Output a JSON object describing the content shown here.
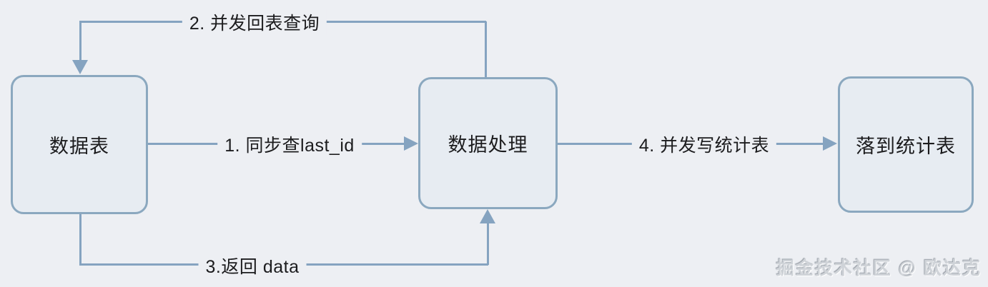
{
  "diagram": {
    "nodes": [
      {
        "id": "data-table",
        "label": "数据表"
      },
      {
        "id": "data-processing",
        "label": "数据处理"
      },
      {
        "id": "stats-table",
        "label": "落到统计表"
      }
    ],
    "edges": [
      {
        "id": "sync-query-last-id",
        "label": "1. 同步查last_id",
        "from": "data-table",
        "to": "data-processing"
      },
      {
        "id": "concurrent-lookup-query",
        "label": "2. 并发回表查询",
        "from": "data-processing",
        "to": "data-table"
      },
      {
        "id": "return-data",
        "label": "3.返回 data",
        "from": "data-table",
        "to": "data-processing"
      },
      {
        "id": "concurrent-write-stats",
        "label": "4. 并发写统计表",
        "from": "data-processing",
        "to": "stats-table"
      }
    ]
  },
  "watermark": "掘金技术社区 @ 欧达克",
  "colors": {
    "background": "#edeff3",
    "node_fill": "#e7ecf2",
    "node_border": "#8ba8bf",
    "arrow": "#85a3c0",
    "text": "#1c1c1e",
    "watermark": "#cfd3d8"
  }
}
